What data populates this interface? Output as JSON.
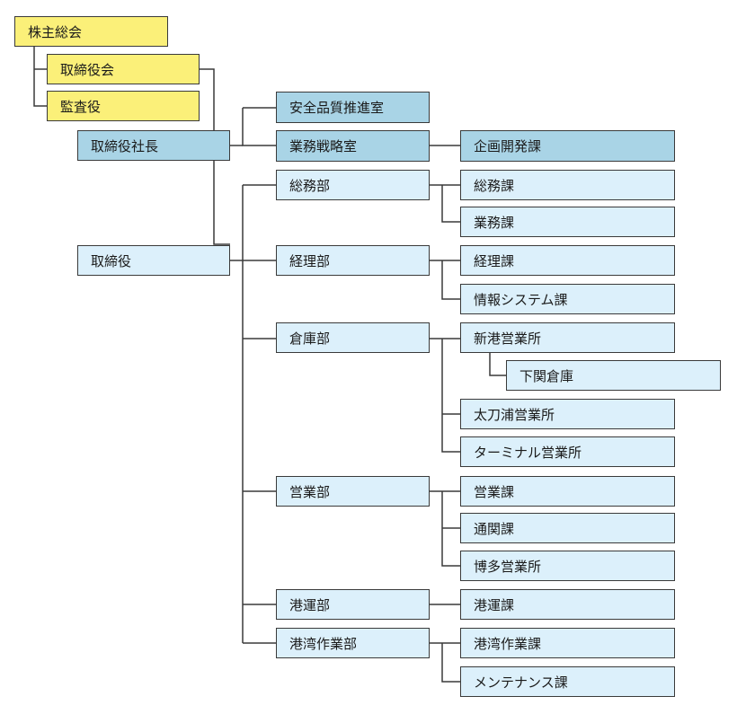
{
  "diagram": {
    "shareholders": "株主総会",
    "directors": "取締役会",
    "auditor": "監査役",
    "president": "取締役社長",
    "director": "取締役",
    "safety_office": "安全品質推進室",
    "strategy_office": "業務戦略室",
    "planning_section": "企画開発課",
    "general_affairs_dept": "総務部",
    "general_affairs_section": "総務課",
    "business_section": "業務課",
    "accounting_dept": "経理部",
    "accounting_section": "経理課",
    "it_section": "情報システム課",
    "warehouse_dept": "倉庫部",
    "shinko_office": "新港営業所",
    "shimonoseki_warehouse": "下関倉庫",
    "tachinoura_office": "太刀浦営業所",
    "terminal_office": "ターミナル営業所",
    "sales_dept": "営業部",
    "sales_section": "営業課",
    "customs_section": "通関課",
    "hakata_office": "博多営業所",
    "port_transport_dept": "港運部",
    "port_transport_section": "港運課",
    "harbor_ops_dept": "港湾作業部",
    "harbor_ops_section": "港湾作業課",
    "maintenance_section": "メンテナンス課"
  },
  "colors": {
    "governance": "#fbf079",
    "executive": "#a9d4e6",
    "department": "#dcf0fb",
    "line": "#3a3a3a"
  }
}
